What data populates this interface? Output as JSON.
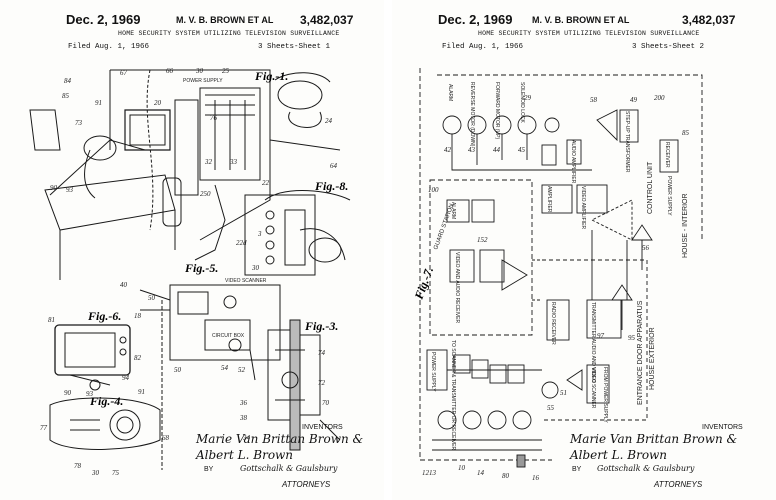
{
  "sheets": [
    {
      "date": "Dec. 2, 1969",
      "inventor": "M. V. B. BROWN  ET AL",
      "patent_number": "3,482,037",
      "title": "HOME SECURITY SYSTEM UTILIZING TELEVISION SURVEILLANCE",
      "filed": "Filed Aug. 1, 1966",
      "sheet_label": "3 Sheets-Sheet 1",
      "figures": [
        "Fig.-1.",
        "Fig.-8.",
        "Fig.-5.",
        "Fig.-6.",
        "Fig.-3.",
        "Fig.-4."
      ],
      "block_labels": [
        "POWER SUPPLY",
        "VIDEO SCANNER",
        "CIRCUIT BOX"
      ],
      "inventors_label": "INVENTORS",
      "signature_1": "Marie Van Brittan Brown &",
      "signature_2": "Albert L. Brown",
      "by": "BY",
      "firm": "Gottschalk & Gaulsbury",
      "attorneys": "ATTORNEYS"
    },
    {
      "date": "Dec. 2, 1969",
      "inventor": "M. V. B. BROWN  ET AL",
      "patent_number": "3,482,037",
      "title": "HOME SECURITY SYSTEM UTILIZING TELEVISION SURVEILLANCE",
      "filed": "Filed Aug. 1, 1966",
      "sheet_label": "3 Sheets-Sheet 2",
      "figures": [
        "Fig.-7."
      ],
      "block_labels": [
        "ALARM",
        "REVERSE MOTOR (DOWN)",
        "FORWARD MOTOR (UP)",
        "SOLENOID LOCK",
        "AMPLIFIER",
        "AUDIO AMPLIFIER",
        "VIDEO AMPLIFIER",
        "STEP-UP TRANSFORMER",
        "RECEIVER",
        "POWER SUPPLY",
        "ALARM",
        "VIDEO AND AUDIO RECEIVER",
        "RADIO RECEIVER",
        "TRANSMITTER AUDIO AND VIDEO",
        "VIDEO SCANNER",
        "FROM POWER SUPPLY",
        "POWER SUPPLY",
        "TO SCANNER & TRANSMITTER OR RECEIVER",
        "CONTROL UNIT",
        "HOUSE - INTERIOR",
        "GUARD STATION",
        "ENTRANCE DOOR APPARATUS",
        "HOUSE EXTERIOR"
      ],
      "inventors_label": "INVENTORS",
      "signature_1": "Marie Van Brittan Brown &",
      "signature_2": "Albert L. Brown",
      "by": "BY",
      "firm": "Gottschalk & Gaulsbury",
      "attorneys": "ATTORNEYS"
    }
  ]
}
